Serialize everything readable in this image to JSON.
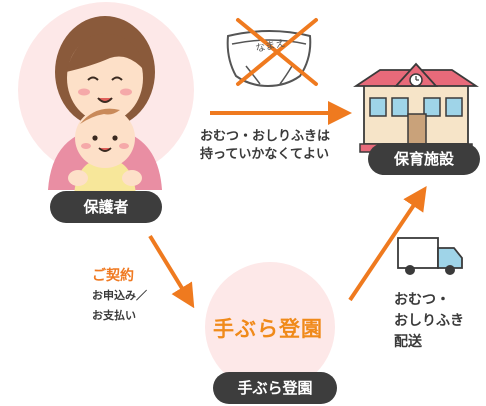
{
  "nodes": {
    "parent": {
      "label": "保護者"
    },
    "facility": {
      "label": "保育施設"
    },
    "service": {
      "label": "手ぶら登園",
      "logo_text": "手ぶら登園"
    }
  },
  "edges": {
    "parent_to_facility": {
      "line1": "おむつ・おしりふきは",
      "line2": "持っていかなくてよい"
    },
    "parent_to_service": {
      "title": "ご契約",
      "line1": "お申込み／",
      "line2": "お支払い"
    },
    "service_to_facility": {
      "line1": "おむつ・",
      "line2": "おしりふき",
      "line3": "配送"
    }
  },
  "diaper_label": "なまえ",
  "colors": {
    "arrow": "#ef7a1f",
    "pill": "#3d3d3d",
    "circle": "#fde8e8",
    "logo_orange": "#f08a1a",
    "logo_pink": "#e8566a"
  }
}
